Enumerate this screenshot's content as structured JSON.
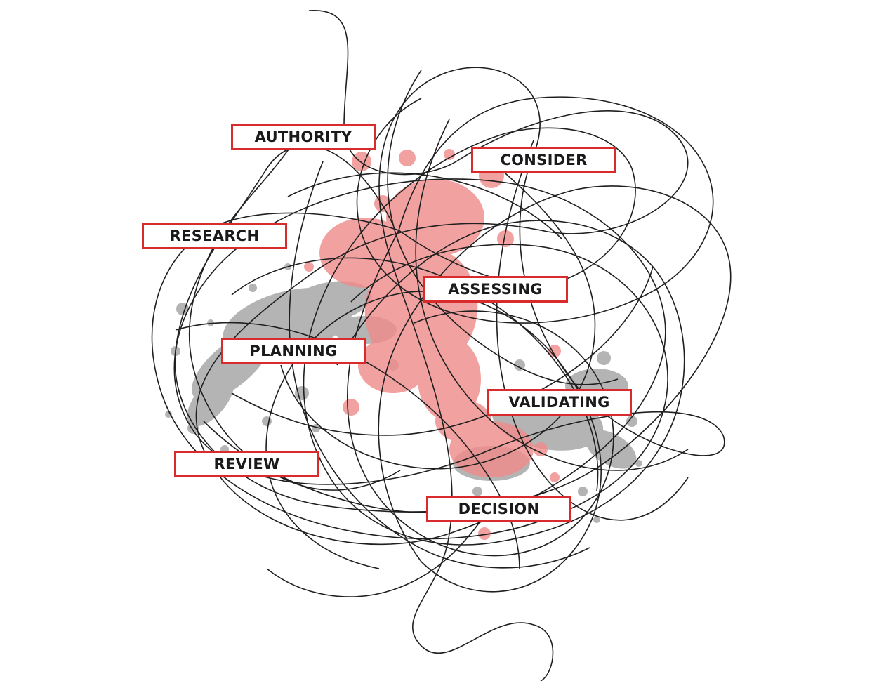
{
  "colors": {
    "accent_red": "#d92b2b",
    "splatter_red": "#f08a8a",
    "splatter_gray": "#a8a8a8",
    "line": "#1f1f1f",
    "text": "#1a1a1a"
  },
  "labels": {
    "authority": "AUTHORITY",
    "consider": "CONSIDER",
    "research": "RESEARCH",
    "assessing": "ASSESSING",
    "planning": "PLANNING",
    "validating": "VALIDATING",
    "review": "REVIEW",
    "decision": "DECISION"
  }
}
